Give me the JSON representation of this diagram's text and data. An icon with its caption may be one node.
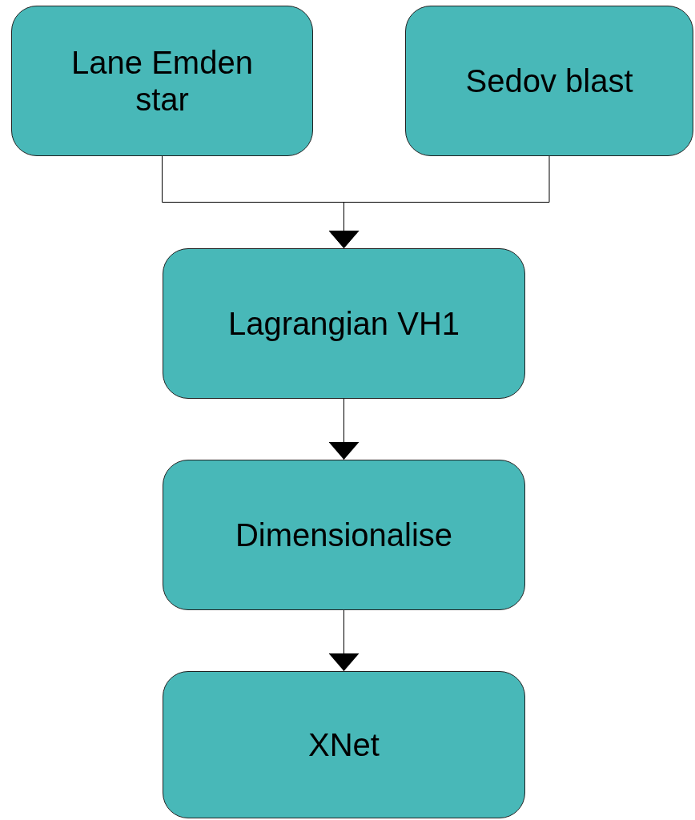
{
  "diagram": {
    "nodes": [
      {
        "text": [
          "Lane Emden star"
        ]
      },
      {
        "text": [
          "Sedov blast"
        ]
      },
      {
        "text": [
          "Lagrangian VH1"
        ]
      },
      {
        "text": [
          "Dimensionalise"
        ]
      },
      {
        "text": [
          "XNet"
        ]
      }
    ],
    "edges": [
      {
        "from": 0,
        "to": 2,
        "arrow": "to"
      },
      {
        "from": 1,
        "to": 2,
        "arrow": "to"
      },
      {
        "from": 2,
        "to": 3,
        "arrow": "to"
      },
      {
        "from": 3,
        "to": 4,
        "arrow": "to"
      }
    ]
  }
}
